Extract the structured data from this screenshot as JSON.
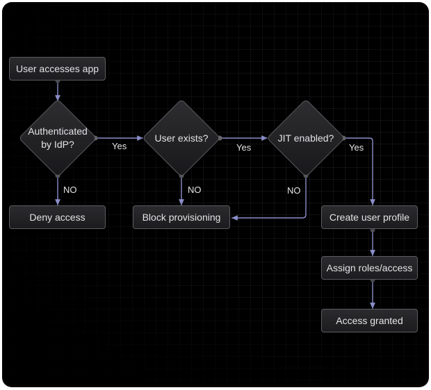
{
  "colors": {
    "background": "#000000",
    "node_fill": "#242427",
    "node_border": "#5c5c61",
    "connector": "#8b8fc9",
    "text": "#e4e4e7"
  },
  "nodes": {
    "user_accesses_app": "User accesses app",
    "authenticated": "Authenticated\nby IdP?",
    "user_exists": "User exists?",
    "jit_enabled": "JIT enabled?",
    "deny_access": "Deny access",
    "block_provisioning": "Block provisioning",
    "create_user_profile": "Create user profile",
    "assign_roles": "Assign roles/access",
    "access_granted": "Access granted"
  },
  "edges": {
    "auth_yes": "Yes",
    "auth_no": "NO",
    "exists_yes": "Yes",
    "exists_no": "NO",
    "jit_yes": "Yes",
    "jit_no": "NO"
  }
}
